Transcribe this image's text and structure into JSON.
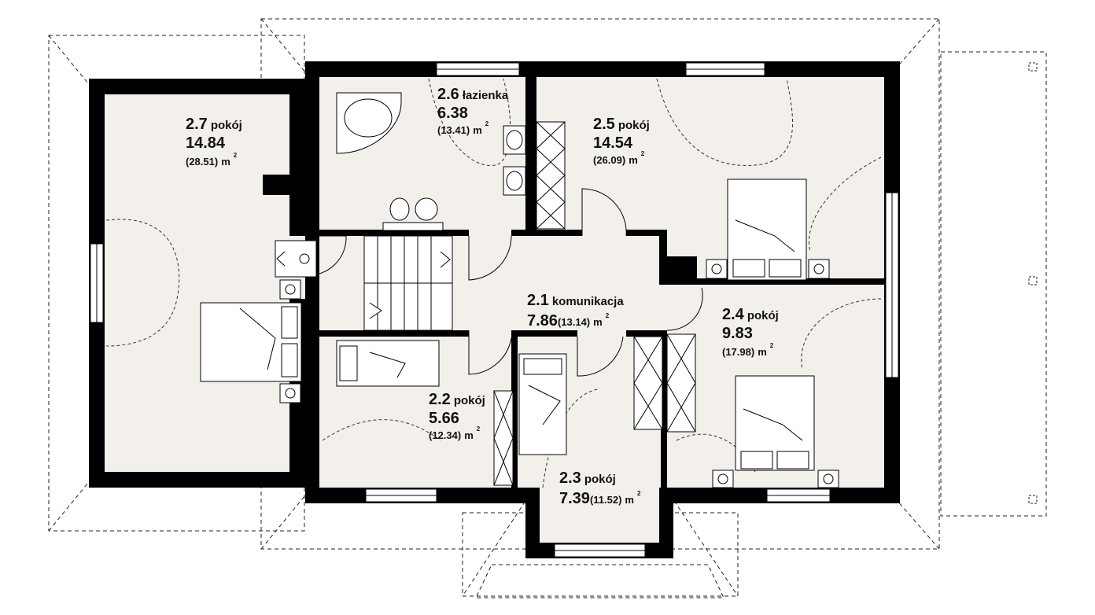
{
  "floor_plan": {
    "rooms": [
      {
        "id": "2.7",
        "name": "pokój",
        "area": "14.84",
        "total": "(28.51)",
        "unit": "m"
      },
      {
        "id": "2.6",
        "name": "łazienka",
        "area": "6.38",
        "total": "(13.41)",
        "unit": "m"
      },
      {
        "id": "2.5",
        "name": "pokój",
        "area": "14.54",
        "total": "(26.09)",
        "unit": "m"
      },
      {
        "id": "2.1",
        "name": "komunikacja",
        "area": "7.86",
        "total": "(13.14)",
        "unit": "m"
      },
      {
        "id": "2.4",
        "name": "pokój",
        "area": "9.83",
        "total": "(17.98)",
        "unit": "m"
      },
      {
        "id": "2.2",
        "name": "pokój",
        "area": "5.66",
        "total": "(12.34)",
        "unit": "m"
      },
      {
        "id": "2.3",
        "name": "pokój",
        "area": "7.39",
        "total": "(11.52)",
        "unit": "m"
      }
    ],
    "sup": "2",
    "colors": {
      "wall": "#000000",
      "floor": "#f3f0ec",
      "line": "#222222"
    }
  }
}
